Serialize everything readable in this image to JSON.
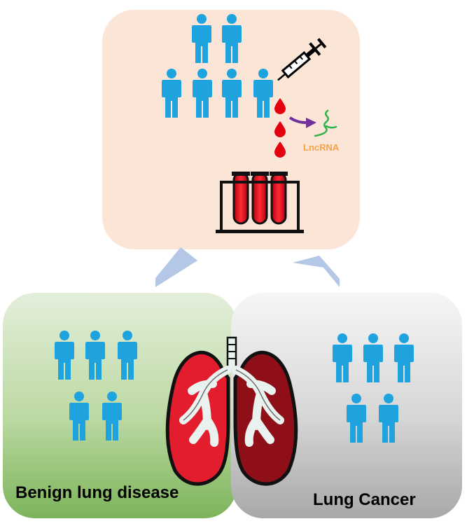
{
  "labels": {
    "rna": "LncRNA",
    "benign": "Benign lung disease",
    "cancer": "Lung Cancer"
  },
  "colors": {
    "person": "#1ea3df",
    "blood": "#e3000f",
    "arrow": "#7030a0",
    "rna_strand": "#2eb34d",
    "rna_label": "#f4a14a",
    "top_panel": "#fbe5d6",
    "benign_panel": "#7cb45a",
    "cancer_panel": "#a8a8a8",
    "connector": "#b4c7e7"
  },
  "icons": [
    "person-icon",
    "syringe-icon",
    "blood-drop-icon",
    "rna-strand-icon",
    "test-tube-rack-icon",
    "lungs-icon"
  ]
}
